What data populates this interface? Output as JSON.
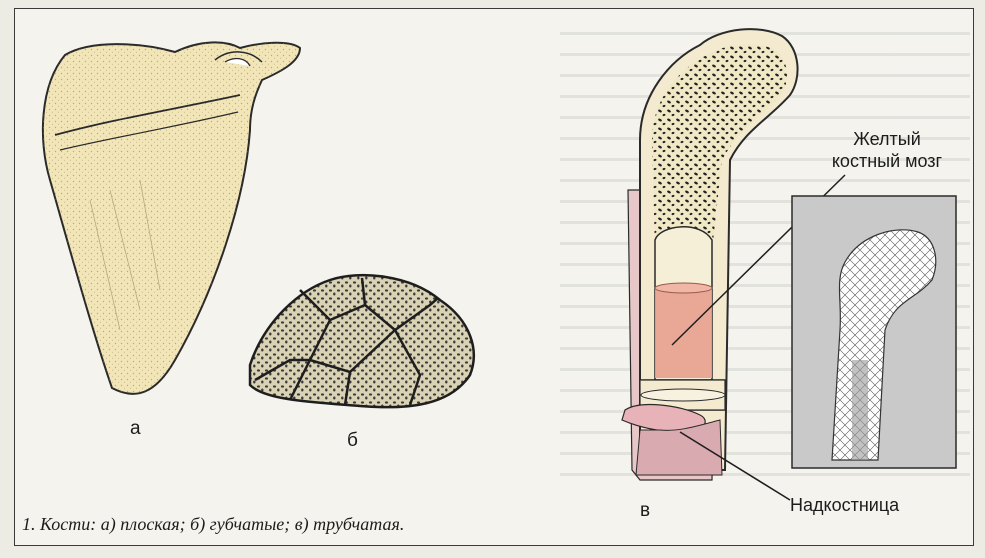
{
  "labels": {
    "flat": "а",
    "spongy": "б",
    "tubular": "в"
  },
  "annotations": {
    "yellow_marrow_line1": "Желтый",
    "yellow_marrow_line2": "костный мозг",
    "periosteum": "Надкостница"
  },
  "caption": "1. Кости: а) плоская; б) губчатые; в) трубчатая.",
  "colors": {
    "bone": "#f2e6b8",
    "marrow": "#e8a08f",
    "periosteum": "#e7b3b8",
    "xray_bg": "#c9c9c9"
  }
}
